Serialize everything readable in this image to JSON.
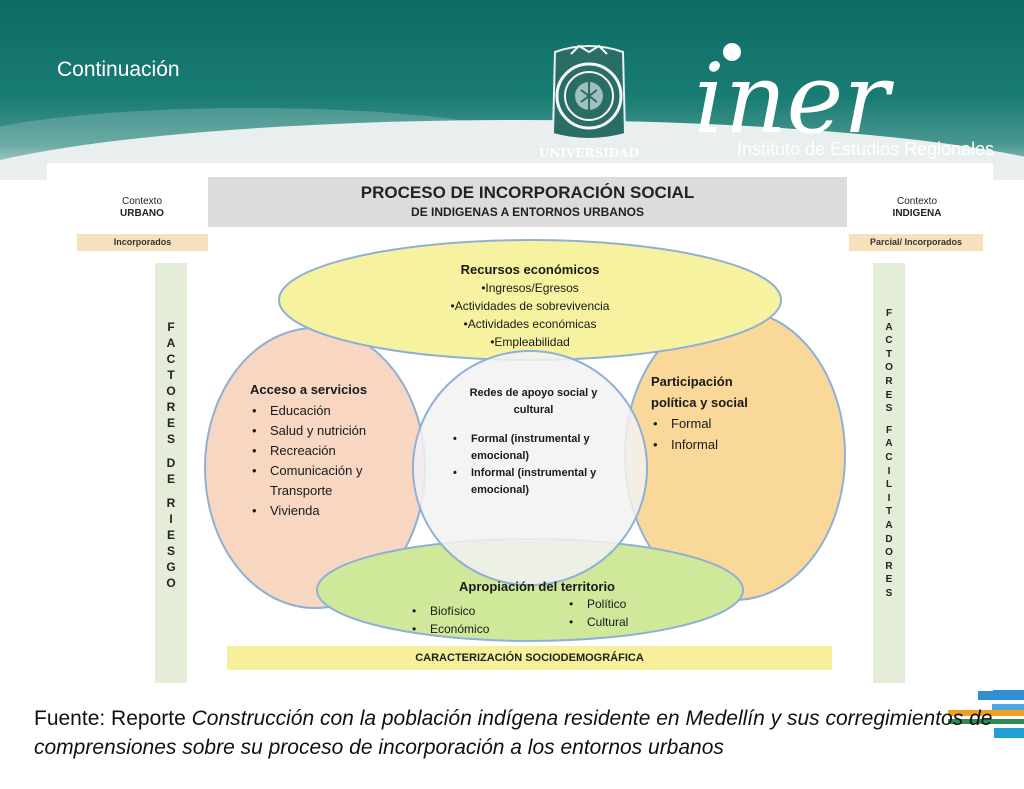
{
  "header": {
    "title": "Continuación",
    "seal_label": "UNIVERSIDAD",
    "logo_text": "iner",
    "institute_name": "Instituto de Estudios Regionales"
  },
  "diagram": {
    "left_context": {
      "label": "Contexto",
      "value": "URBANO",
      "status": "Incorporados"
    },
    "right_context": {
      "label": "Contexto",
      "value": "INDIGENA",
      "status": "Parcial/ Incorporados"
    },
    "process_title": "PROCESO DE INCORPORACIÓN SOCIAL",
    "process_subtitle": "DE INDIGENAS A ENTORNOS URBANOS",
    "left_column_words": [
      "FACTORES",
      "DE",
      "RIESGO"
    ],
    "right_column_words": [
      "FACTORES",
      "FACILITADORES"
    ],
    "top_ellipse": {
      "title": "Recursos económicos",
      "items": [
        "•Ingresos/Egresos",
        "•Actividades de sobrevivencia",
        "•Actividades económicas",
        "•Empleabilidad"
      ]
    },
    "left_circle": {
      "title": "Acceso a servicios",
      "items": [
        "Educación",
        "Salud y nutrición",
        "Recreación",
        "Comunicación y Transporte",
        "Vivienda"
      ]
    },
    "center_circle": {
      "title": "Redes de apoyo social y cultural",
      "items": [
        "Formal (instrumental y emocional)",
        "Informal (instrumental y emocional)"
      ]
    },
    "right_circle": {
      "title": "Participación política y social",
      "items": [
        "Formal",
        "Informal"
      ]
    },
    "bottom_ellipse": {
      "title": "Apropiación del territorio",
      "items_left": [
        "Biofísico",
        "Económico"
      ],
      "items_right": [
        "Político",
        "Cultural"
      ]
    },
    "bottom_bar": "CARACTERIZACIÓN SOCIODEMOGRÁFICA",
    "colors": {
      "top_ellipse": "#f6f2a0",
      "left_circle": "#f7d6c2",
      "right_circle": "#fad89a",
      "bottom_ellipse": "#cfe89a",
      "center_circle": "#f2f2f2"
    }
  },
  "source": {
    "prefix": "Fuente: Reporte",
    "title": "Construcción con la población indígena residente en Medellín y sus corregimientos de comprensiones sobre su proceso de incorporación a los entornos urbanos"
  }
}
